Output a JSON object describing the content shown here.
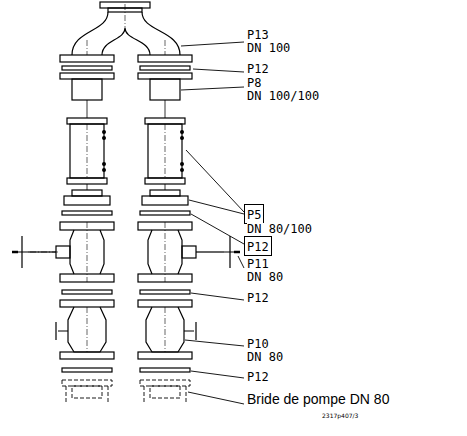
{
  "diagram": {
    "nodes": [
      {
        "text": [
          "P5"
        ]
      },
      {
        "text": [
          "P12"
        ]
      }
    ],
    "labels": [
      "P13",
      "DN 100",
      "P12",
      "P8",
      "DN 100/100",
      "DN 80/100",
      "P11",
      "DN 80",
      "P12",
      "P10",
      "DN 80",
      "P12",
      "Bride de pompe DN 80",
      "2317p407/3"
    ]
  }
}
